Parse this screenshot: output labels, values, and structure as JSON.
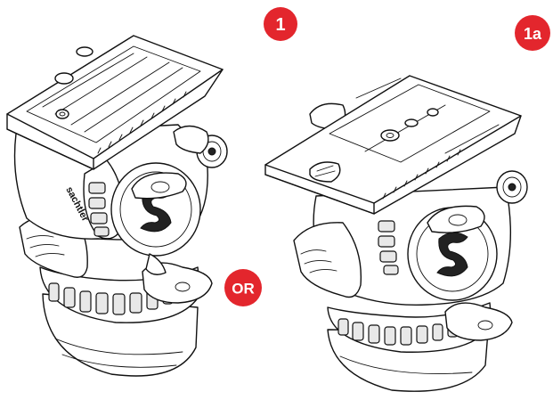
{
  "badges": {
    "left": {
      "label": "1",
      "color": "#e3262d"
    },
    "right": {
      "label": "1a",
      "color": "#e3262d"
    },
    "or": {
      "label": "OR",
      "color": "#e3262d"
    }
  },
  "brand_text": "sachtler",
  "icons": {
    "left_product": "fluid-head-long-plate-icon",
    "right_product": "fluid-head-wide-plate-icon"
  }
}
